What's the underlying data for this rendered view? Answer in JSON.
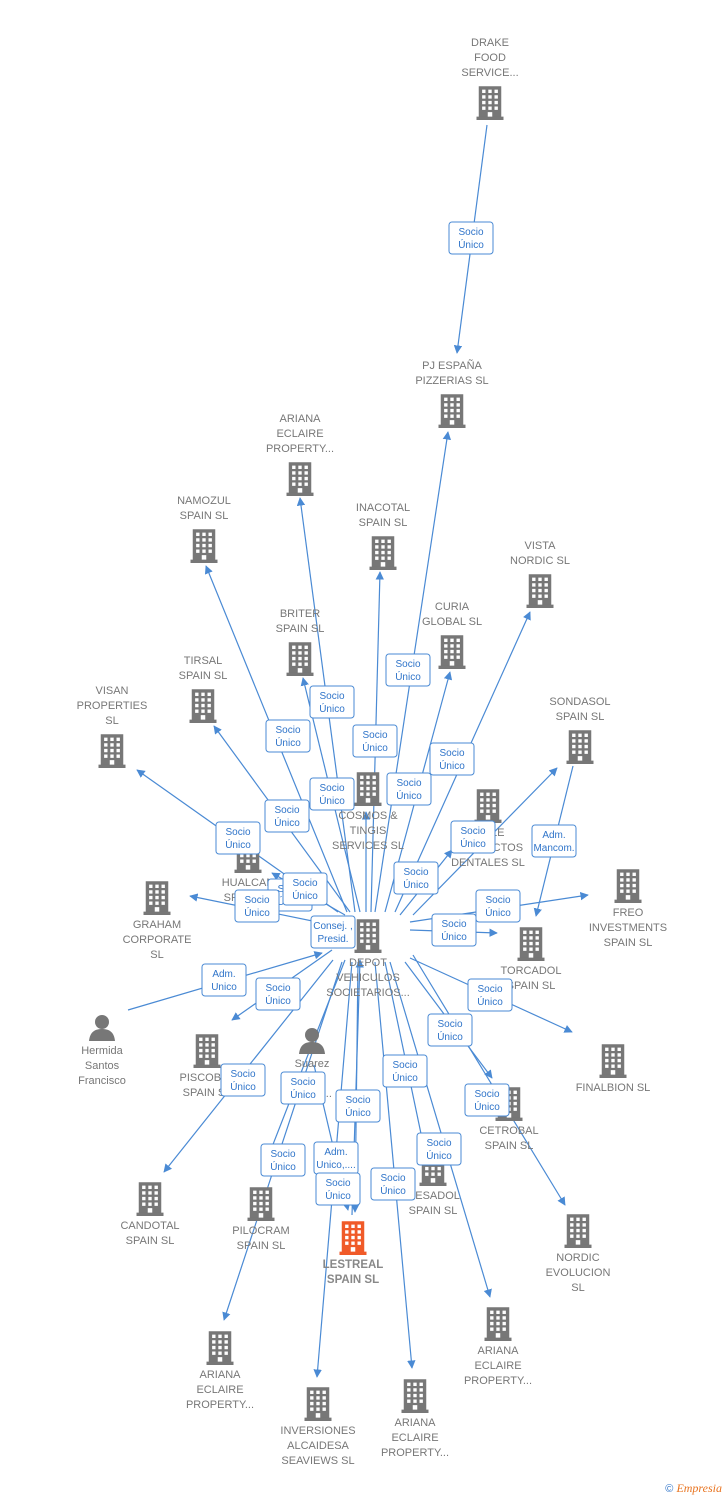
{
  "nodes": [
    {
      "id": "depot",
      "label": [
        "DEPOT",
        "VEHICULOS",
        "SOCIETARIOS..."
      ],
      "type": "company"
    },
    {
      "id": "lestreal",
      "label": [
        "LESTREAL",
        "SPAIN  SL"
      ],
      "type": "focus"
    },
    {
      "id": "drake",
      "label": [
        "DRAKE",
        "FOOD",
        "SERVICE..."
      ],
      "type": "company"
    },
    {
      "id": "pj",
      "label": [
        "PJ ESPAÑA",
        "PIZZERIAS  SL"
      ],
      "type": "company"
    },
    {
      "id": "ariana1",
      "label": [
        "ARIANA",
        "ECLAIRE",
        "PROPERTY..."
      ],
      "type": "company"
    },
    {
      "id": "namozul",
      "label": [
        "NAMOZUL",
        "SPAIN  SL"
      ],
      "type": "company"
    },
    {
      "id": "inacotal",
      "label": [
        "INACOTAL",
        "SPAIN  SL"
      ],
      "type": "company"
    },
    {
      "id": "vista",
      "label": [
        "VISTA",
        "NORDIC  SL"
      ],
      "type": "company"
    },
    {
      "id": "briter",
      "label": [
        "BRITER",
        "SPAIN  SL"
      ],
      "type": "company"
    },
    {
      "id": "curia",
      "label": [
        "CURIA",
        "GLOBAL  SL"
      ],
      "type": "company"
    },
    {
      "id": "tirsal",
      "label": [
        "TIRSAL",
        "SPAIN  SL"
      ],
      "type": "company"
    },
    {
      "id": "visan",
      "label": [
        "VISAN",
        "PROPERTIES",
        "SL"
      ],
      "type": "company"
    },
    {
      "id": "sondasol",
      "label": [
        "SONDASOL",
        "SPAIN  SL"
      ],
      "type": "company"
    },
    {
      "id": "cosmos",
      "label": [
        "COSMOS &",
        "TINGIS",
        "SERVICES  SL"
      ],
      "type": "company"
    },
    {
      "id": "smile",
      "label": [
        "SMILE",
        "PRODUCTOS",
        "DENTALES  SL"
      ],
      "type": "company"
    },
    {
      "id": "hualcan",
      "label": [
        "HUALCAN",
        "SPAIN  SL"
      ],
      "type": "company"
    },
    {
      "id": "graham",
      "label": [
        "GRAHAM",
        "CORPORATE",
        "SL"
      ],
      "type": "company"
    },
    {
      "id": "freo",
      "label": [
        "FREO",
        "INVESTMENTS",
        "SPAIN  SL"
      ],
      "type": "company"
    },
    {
      "id": "torcadol",
      "label": [
        "TORCADOL",
        "SPAIN  SL"
      ],
      "type": "company"
    },
    {
      "id": "hermida",
      "label": [
        "Hermida",
        "Santos",
        "Francisco"
      ],
      "type": "person"
    },
    {
      "id": "suarez",
      "label": [
        "Suarez",
        "Del",
        "Aguila..."
      ],
      "type": "person"
    },
    {
      "id": "piscobal",
      "label": [
        "PISCOBAL",
        "SPAIN  SL"
      ],
      "type": "company"
    },
    {
      "id": "finalbion",
      "label": [
        "FINALBION  SL"
      ],
      "type": "company"
    },
    {
      "id": "cetrobal",
      "label": [
        "CETROBAL",
        "SPAIN  SL"
      ],
      "type": "company"
    },
    {
      "id": "candotal",
      "label": [
        "CANDOTAL",
        "SPAIN  SL"
      ],
      "type": "company"
    },
    {
      "id": "pilocram",
      "label": [
        "PILOCRAM",
        "SPAIN  SL"
      ],
      "type": "company"
    },
    {
      "id": "mesadol",
      "label": [
        "MESADOL",
        "SPAIN  SL"
      ],
      "type": "company"
    },
    {
      "id": "nordic",
      "label": [
        "NORDIC",
        "EVOLUCION",
        "SL"
      ],
      "type": "company"
    },
    {
      "id": "ariana2",
      "label": [
        "ARIANA",
        "ECLAIRE",
        "PROPERTY..."
      ],
      "type": "company"
    },
    {
      "id": "ariana3",
      "label": [
        "ARIANA",
        "ECLAIRE",
        "PROPERTY..."
      ],
      "type": "company"
    },
    {
      "id": "ariana4",
      "label": [
        "ARIANA",
        "ECLAIRE",
        "PROPERTY..."
      ],
      "type": "company"
    },
    {
      "id": "inversiones",
      "label": [
        "INVERSIONES",
        "ALCAIDESA",
        "SEAVIEWS  SL"
      ],
      "type": "company"
    }
  ],
  "edges": [
    {
      "from": "drake",
      "to": "pj",
      "label": [
        "Socio",
        "Único"
      ]
    },
    {
      "from": "depot",
      "to": "pj",
      "label": [
        "Socio",
        "Único"
      ]
    },
    {
      "from": "depot",
      "to": "ariana1",
      "label": [
        "Socio",
        "Único"
      ]
    },
    {
      "from": "depot",
      "to": "namozul",
      "label": [
        "Socio",
        "Único"
      ]
    },
    {
      "from": "depot",
      "to": "inacotal",
      "label": [
        "Socio",
        "Único"
      ]
    },
    {
      "from": "depot",
      "to": "vista",
      "label": [
        "Socio",
        "Único"
      ]
    },
    {
      "from": "depot",
      "to": "briter",
      "label": [
        "Socio",
        "Único"
      ]
    },
    {
      "from": "depot",
      "to": "curia",
      "label": [
        "Socio",
        "Único"
      ]
    },
    {
      "from": "depot",
      "to": "tirsal",
      "label": [
        "Socio",
        "Único"
      ]
    },
    {
      "from": "depot",
      "to": "visan",
      "label": [
        "Socio",
        "Único"
      ]
    },
    {
      "from": "depot",
      "to": "sondasol",
      "label": [
        "Socio",
        "Único"
      ]
    },
    {
      "from": "sondasol",
      "to": "torcadol",
      "label": [
        "Adm.",
        "Mancom."
      ]
    },
    {
      "from": "depot",
      "to": "cosmos",
      "label": [
        "Socio",
        "Único"
      ]
    },
    {
      "from": "depot",
      "to": "smile",
      "label": [
        "Socio",
        "Único"
      ]
    },
    {
      "from": "depot",
      "to": "hualcan",
      "label": [
        "Socio",
        "Único"
      ]
    },
    {
      "from": "depot",
      "to": "graham",
      "label": [
        "Socio",
        "Único"
      ]
    },
    {
      "from": "depot",
      "to": "freo",
      "label": [
        "Socio",
        "Único"
      ]
    },
    {
      "from": "depot",
      "to": "torcadol",
      "label": [
        "Socio",
        "Único"
      ]
    },
    {
      "from": "lestreal",
      "to": "depot",
      "label": [
        "Consej. ,",
        "Presid."
      ]
    },
    {
      "from": "hermida",
      "to": "depot",
      "label": [
        "Adm.",
        "Unico"
      ]
    },
    {
      "from": "depot",
      "to": "piscobal",
      "label": [
        "Socio",
        "Único"
      ]
    },
    {
      "from": "depot",
      "to": "finalbion",
      "label": [
        "Socio",
        "Único"
      ]
    },
    {
      "from": "depot",
      "to": "cetrobal",
      "label": [
        "Socio",
        "Único"
      ]
    },
    {
      "from": "depot",
      "to": "candotal",
      "label": [
        "Socio",
        "Único"
      ]
    },
    {
      "from": "depot",
      "to": "pilocram",
      "label": [
        "Socio",
        "Único"
      ]
    },
    {
      "from": "depot",
      "to": "mesadol",
      "label": [
        "Socio",
        "Único"
      ]
    },
    {
      "from": "depot",
      "to": "nordic",
      "label": [
        "Socio",
        "Único"
      ]
    },
    {
      "from": "depot",
      "to": "ariana2",
      "label": [
        "Socio",
        "Único"
      ]
    },
    {
      "from": "depot",
      "to": "ariana3",
      "label": [
        "Socio",
        "Único"
      ]
    },
    {
      "from": "depot",
      "to": "ariana4",
      "label": [
        "Socio",
        "Único"
      ]
    },
    {
      "from": "depot",
      "to": "inversiones",
      "label": [
        "Socio",
        "Único"
      ]
    },
    {
      "from": "suarez",
      "to": "lestreal",
      "label": [
        "Adm.",
        "Unico,...."
      ]
    },
    {
      "from": "depot",
      "to": "lestreal",
      "label": [
        "Socio",
        "Único"
      ]
    }
  ],
  "colors": {
    "edge": "#4a8ad4",
    "company": "#777777",
    "focus": "#f05a28",
    "label_text": "#2f74c9"
  },
  "copyright": {
    "symbol": "©",
    "brand": "Empresia"
  }
}
